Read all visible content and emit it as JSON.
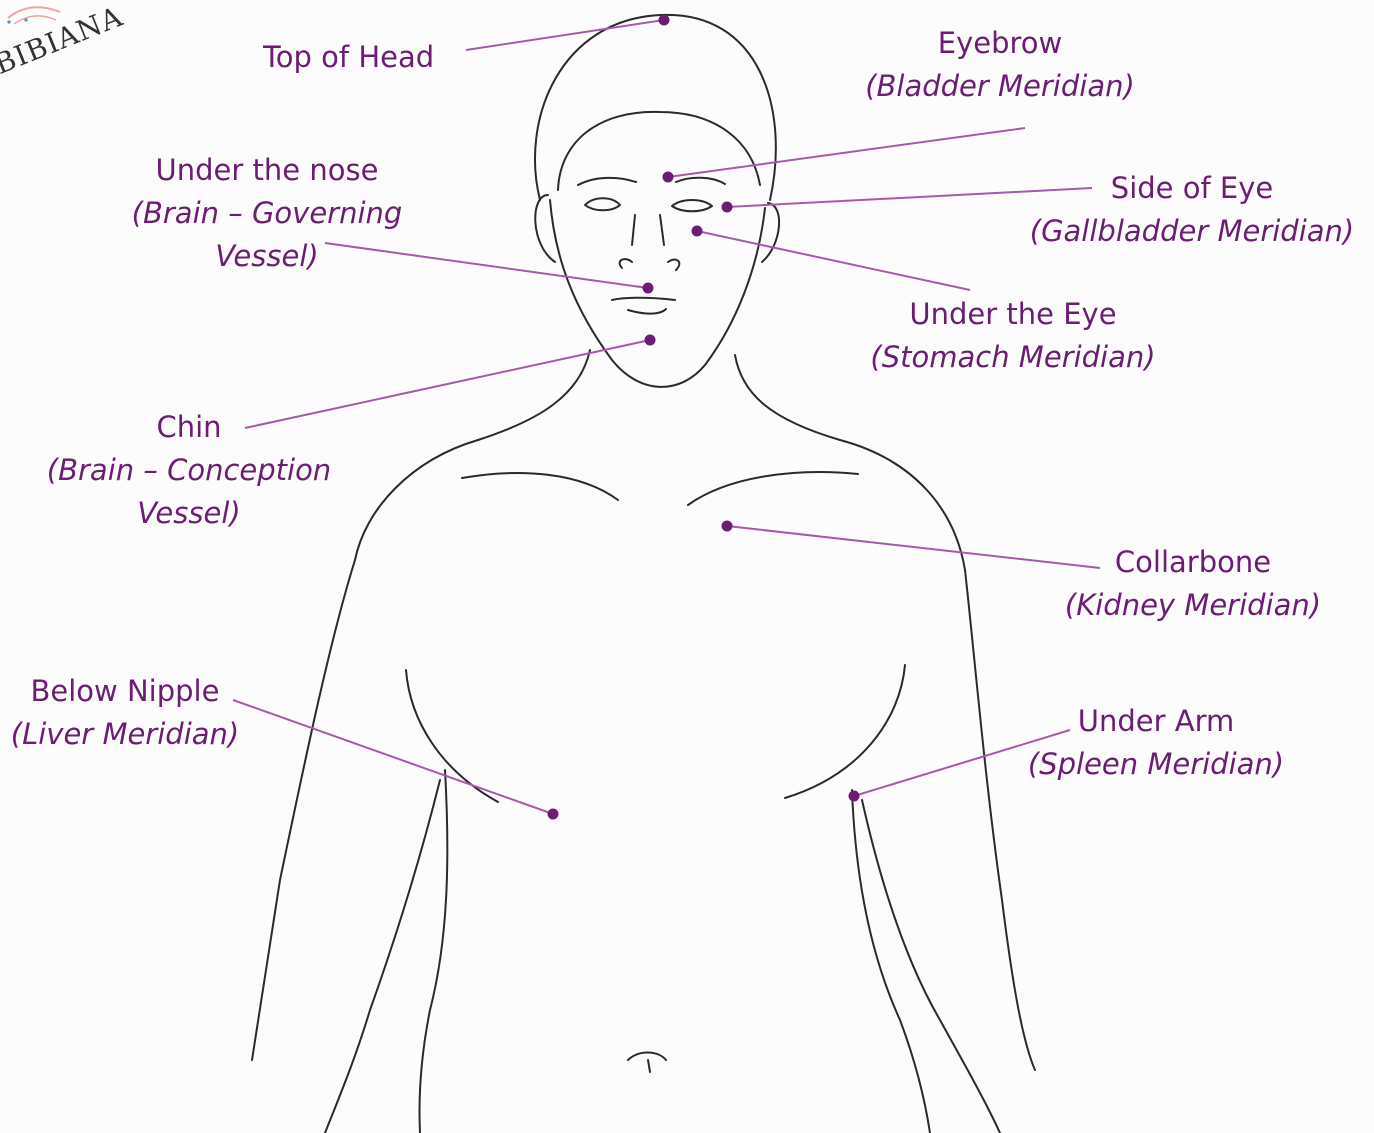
{
  "logo": {
    "text": "BIBIANA",
    "icon": "logo-mark"
  },
  "colors": {
    "accent": "#6b1d73",
    "line": "#a55aa9",
    "outline": "#2a2a2a"
  },
  "points": [
    {
      "id": "top-of-head",
      "name": "Top of Head",
      "meridian": ""
    },
    {
      "id": "eyebrow",
      "name": "Eyebrow",
      "meridian": "(Bladder Meridian)"
    },
    {
      "id": "under-the-nose",
      "name": "Under the nose",
      "meridian": "(Brain – Governing Vessel)"
    },
    {
      "id": "side-of-eye",
      "name": "Side of Eye",
      "meridian": "(Gallbladder Meridian)"
    },
    {
      "id": "under-the-eye",
      "name": "Under the Eye",
      "meridian": "(Stomach Meridian)"
    },
    {
      "id": "chin",
      "name": "Chin",
      "meridian": "(Brain – Conception Vessel)"
    },
    {
      "id": "collarbone",
      "name": "Collarbone",
      "meridian": "(Kidney Meridian)"
    },
    {
      "id": "below-nipple",
      "name": "Below Nipple",
      "meridian": "(Liver Meridian)"
    },
    {
      "id": "under-arm",
      "name": "Under Arm",
      "meridian": "(Spleen Meridian)"
    }
  ]
}
